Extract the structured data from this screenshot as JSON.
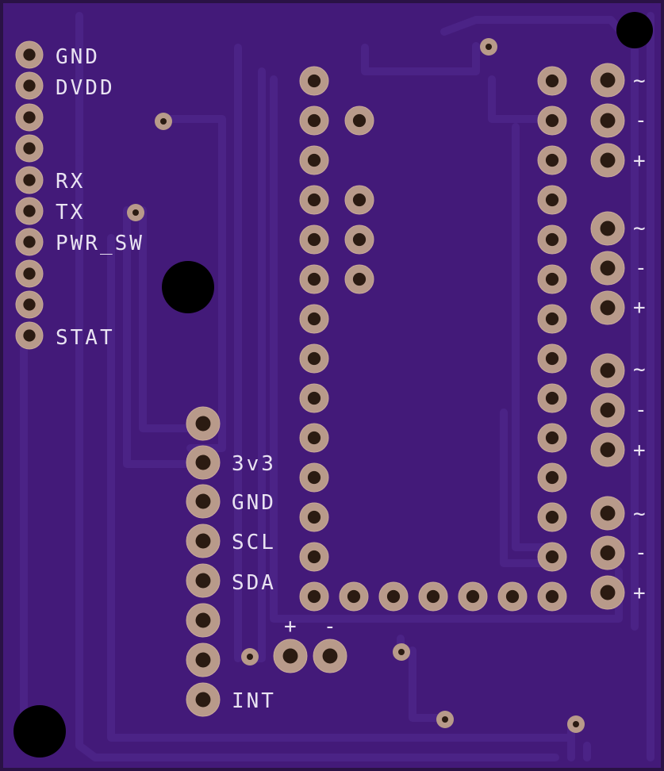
{
  "colors": {
    "board_bg": "#431a79",
    "board_edge": "#2a1245",
    "copper": "#4b2386",
    "pad": "#b89a8a",
    "pad_ring": "#c9a99a",
    "hole": "#2b1b12",
    "silkscreen": "#e9e3f2",
    "mount_hole": "#000000"
  },
  "header_left_labels": [
    "GND",
    "DVDD",
    "",
    "",
    "RX",
    "TX",
    "PWR_SW",
    "",
    "",
    "STAT"
  ],
  "sensor_header_labels": [
    "",
    "3v3",
    "GND",
    "SCL",
    "SDA",
    "",
    "",
    "INT"
  ],
  "power_labels": {
    "plus": "+",
    "minus": "-"
  },
  "terminal_labels": [
    "~",
    "-",
    "+",
    "~",
    "-",
    "+",
    "~",
    "-",
    "+",
    "~",
    "-",
    "+"
  ]
}
